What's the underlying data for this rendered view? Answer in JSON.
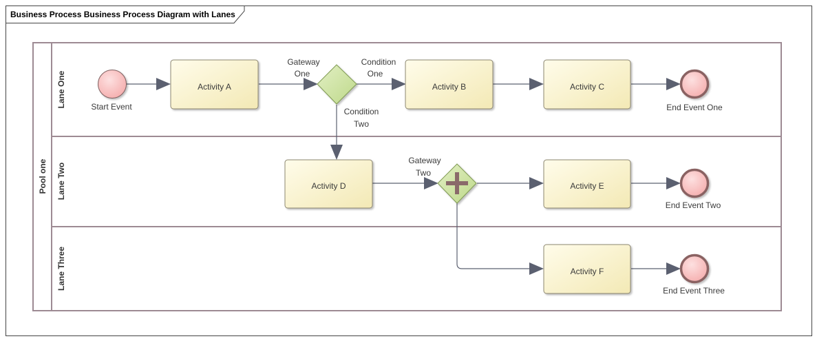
{
  "frame": {
    "title": "Business Process Business Process Diagram with Lanes"
  },
  "pool": {
    "label": "Pool one"
  },
  "lanes": [
    {
      "label": "Lane One"
    },
    {
      "label": "Lane Two"
    },
    {
      "label": "Lane Three"
    }
  ],
  "events": {
    "start": "Start Event",
    "end_one": "End Event One",
    "end_two": "End Event Two",
    "end_three": "End Event Three"
  },
  "activities": {
    "a": "Activity A",
    "b": "Activity B",
    "c": "Activity C",
    "d": "Activity D",
    "e": "Activity E",
    "f": "Activity F"
  },
  "gateways": {
    "one": {
      "line1": "Gateway",
      "line2": "One"
    },
    "two": {
      "line1": "Gateway",
      "line2": "Two"
    }
  },
  "flow_labels": {
    "condition_one": {
      "line1": "Condition",
      "line2": "One"
    },
    "condition_two": {
      "line1": "Condition",
      "line2": "Two"
    }
  },
  "colors": {
    "activity_fill_top": "#fffbe6",
    "activity_fill_bottom": "#f5ecb8",
    "activity_stroke": "#8c8670",
    "event_fill": "#f8bcbc",
    "end_event_stroke": "#8a6262",
    "gateway_fill": "#cfe3a6",
    "gateway_stroke": "#7f9a52",
    "plus_marker": "#8a6a6a",
    "lane_stroke": "#a08e96",
    "connector": "#5b6070"
  }
}
